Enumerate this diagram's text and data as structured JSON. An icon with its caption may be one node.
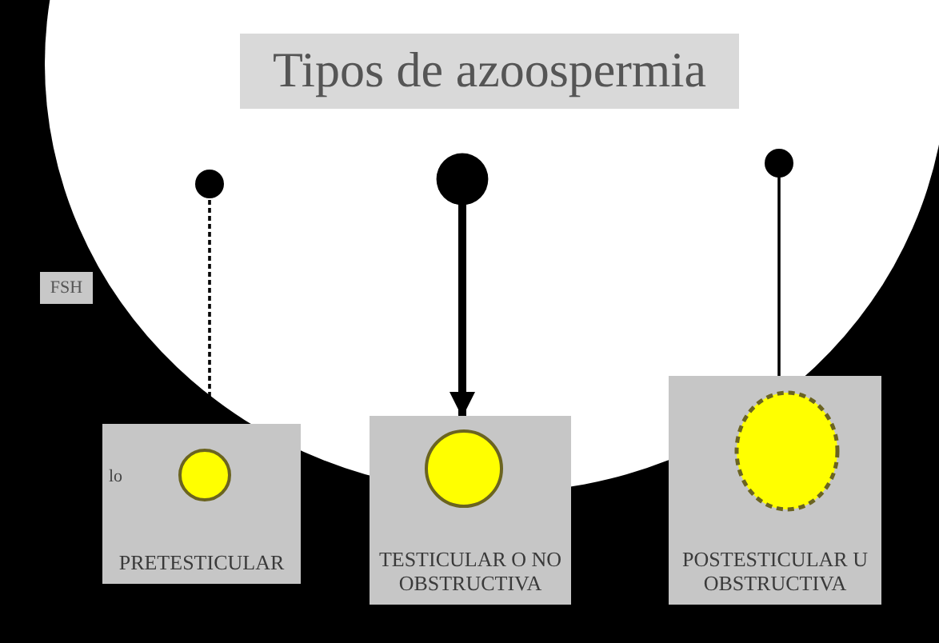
{
  "diagram": {
    "title": "Tipos de azoospermia",
    "nodes": [
      {
        "text": [
          "PRETESTICULAR"
        ]
      },
      {
        "text": [
          "TESTICULAR O NO OBSTRUCTIVA"
        ]
      },
      {
        "text": [
          "POSTESTICULAR U OBSTRUCTIVA"
        ]
      },
      {
        "text": [],
        "shape": "circle",
        "in": 0
      },
      {
        "text": [],
        "shape": "circle",
        "in": 1
      },
      {
        "text": [],
        "shape": "circle",
        "in": 2
      }
    ],
    "edges": [
      {
        "from": null,
        "to": 0,
        "arrow": "other",
        "style": "dashed"
      },
      {
        "from": null,
        "to": 1,
        "arrow": "to",
        "style": "thick"
      },
      {
        "from": null,
        "to": 2,
        "arrow": "other"
      }
    ],
    "labels": [
      "FSH",
      "lo"
    ]
  }
}
